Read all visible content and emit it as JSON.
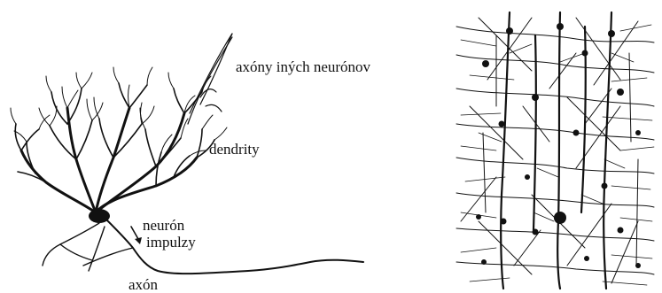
{
  "labels": {
    "axons_other": "axóny iných neurónov",
    "dendrites": "dendrity",
    "neuron": "neurón",
    "impulses": "impulzy",
    "axon": "axón"
  },
  "colors": {
    "ink": "#111111",
    "background": "#ffffff"
  }
}
